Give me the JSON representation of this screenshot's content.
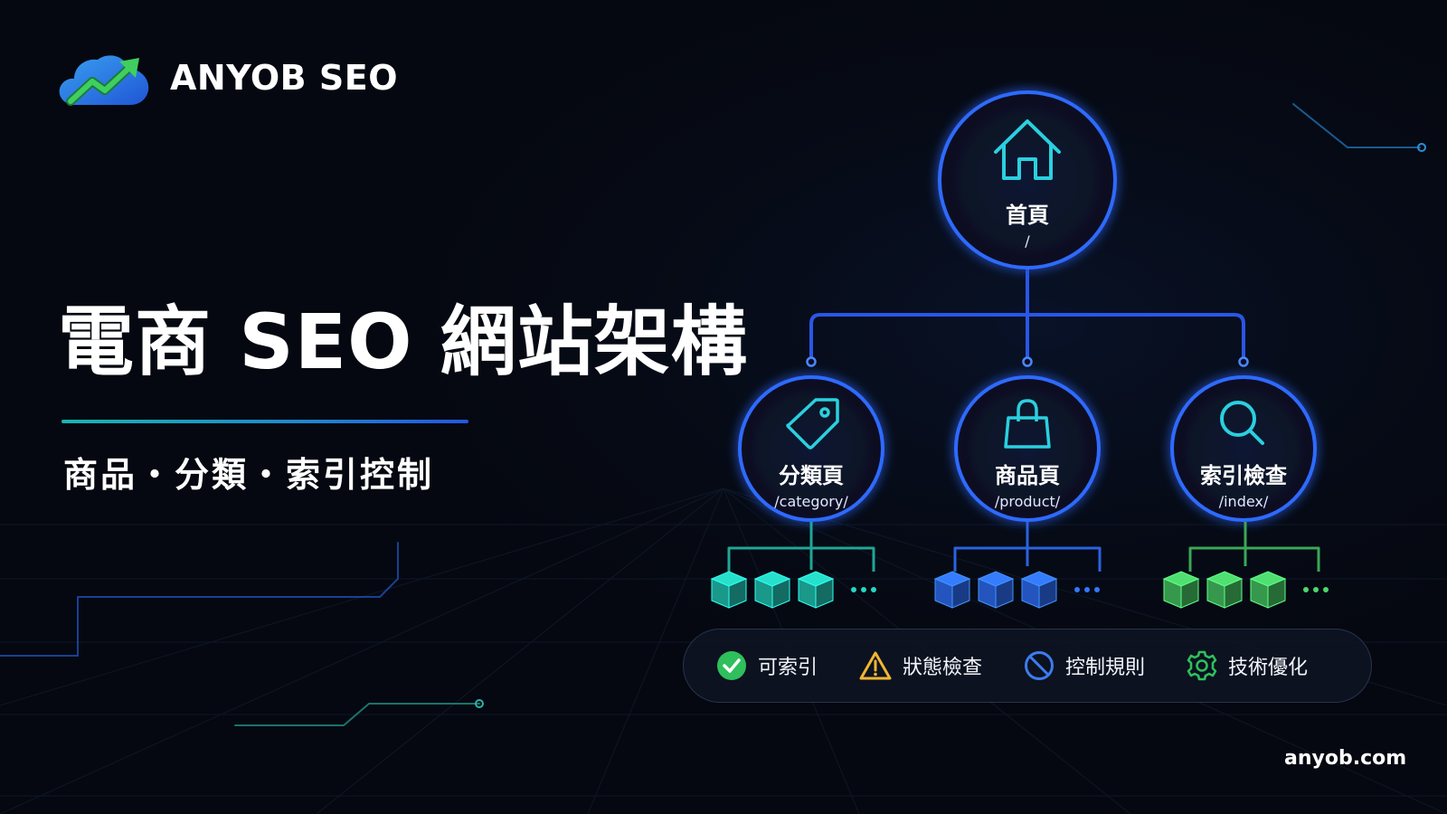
{
  "brand": {
    "name": "ANYOB SEO"
  },
  "hero": {
    "title": "電商 SEO 網站架構",
    "subtitle": "商品・分類・索引控制"
  },
  "tree": {
    "root": {
      "name": "首頁",
      "path": "/",
      "icon": "home-icon"
    },
    "children": [
      {
        "name": "分類頁",
        "path": "/category/",
        "icon": "tag-icon",
        "cube_color": "#1fb3a2"
      },
      {
        "name": "商品頁",
        "path": "/product/",
        "icon": "shopping-bag-icon",
        "cube_color": "#2a63e0"
      },
      {
        "name": "索引檢查",
        "path": "/index/",
        "icon": "search-icon",
        "cube_color": "#3fb35a"
      }
    ],
    "cubes_per_branch": 3
  },
  "legend": [
    {
      "label": "可索引",
      "icon": "check-circle-icon",
      "color": "#2fbf5c"
    },
    {
      "label": "狀態檢查",
      "icon": "warning-icon",
      "color": "#f2b534"
    },
    {
      "label": "控制規則",
      "icon": "block-icon",
      "color": "#3d7bf0"
    },
    {
      "label": "技術優化",
      "icon": "gear-icon",
      "color": "#2fbf5c"
    }
  ],
  "footer": {
    "url": "anyob.com"
  },
  "colors": {
    "accent": "#2f6bff",
    "teal": "#1fb3a2",
    "node_line": "#2a56e8"
  }
}
